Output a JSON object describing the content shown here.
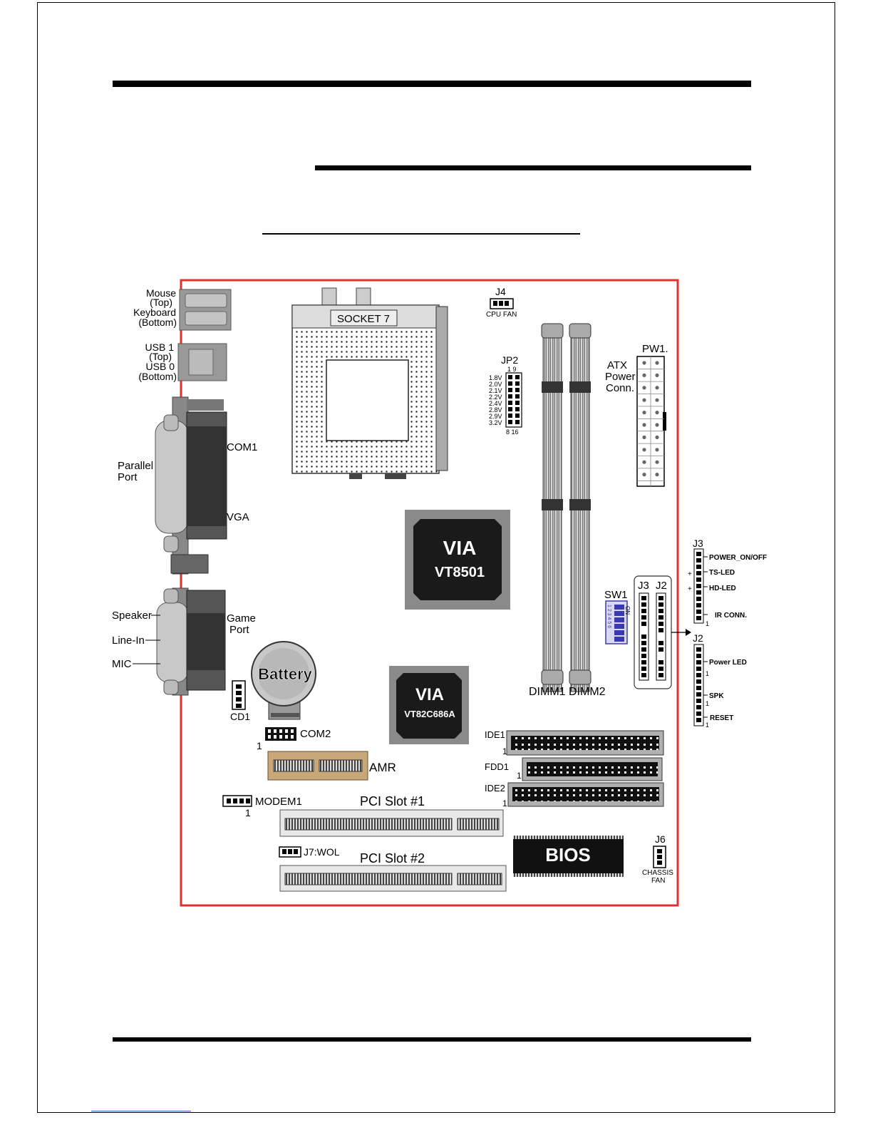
{
  "labels": {
    "mouse": "Mouse",
    "mouse_top": "(Top)",
    "keyboard": "Keyboard",
    "keyboard_bottom": "(Bottom)",
    "usb1": "USB 1",
    "usb1_top": "(Top)",
    "usb0": "USB 0",
    "usb0_bottom": "(Bottom)",
    "com1": "COM1",
    "parallel": "Parallel",
    "parallel_port": "Port",
    "vga": "VGA",
    "speaker": "Speaker",
    "line_in": "Line-In",
    "mic": "MIC",
    "game": "Game",
    "game_port": "Port",
    "cd1": "CD1",
    "battery": "Battery",
    "com2": "COM2",
    "com2_pin": "1",
    "amr": "AMR",
    "modem1": "MODEM1",
    "modem1_pin": "1",
    "pci1": "PCI Slot #1",
    "pci2": "PCI Slot #2",
    "j7wol": "J7:WOL",
    "socket7": "SOCKET 7",
    "j4": "J4",
    "cpu_fan": "CPU FAN",
    "jp2": "JP2",
    "jp2_top": "1  9",
    "jp2_bottom": "8  16",
    "jp2_voltages": [
      "1.8V",
      "2.0V",
      "2.1V",
      "2.2V",
      "2.4V",
      "2.8V",
      "2.9V",
      "3.2V"
    ],
    "atx": "ATX",
    "power": "Power",
    "conn": "Conn.",
    "pw1": "PW1.",
    "via": "VIA",
    "vt8501": "VT8501",
    "via2": "VIA",
    "vt82c686a": "VT82C686A",
    "dimm1": "DIMM1",
    "dimm2": "DIMM2",
    "sw1": "SW1",
    "sw1_on": "ON",
    "sw1_nums": "1 2 3 4 5 6",
    "j3_inner": "J3",
    "j2_inner": "J2",
    "j3_ext": "J3",
    "j2_ext": "J2",
    "power_onoff": "POWER_ON/OFF",
    "ts_led": "TS-LED",
    "hd_led": "HD-LED",
    "ir_conn": "IR CONN.",
    "power_led": "Power LED",
    "spk": "SPK",
    "reset": "RESET",
    "pin_one": "1",
    "plus": "+",
    "ide1": "IDE1",
    "fdd1": "FDD1",
    "ide2": "IDE2",
    "bios": "BIOS",
    "j6": "J6",
    "chassis": "CHASSIS",
    "fan": "FAN"
  },
  "colors": {
    "board_outline": "#e03030",
    "chip_dark": "#1a1a1a",
    "chip_frame": "#8a8a8a",
    "connector_gray": "#b0b0b0",
    "amr_tan": "#c8a878",
    "switch_blue": "#3a3ab0"
  }
}
